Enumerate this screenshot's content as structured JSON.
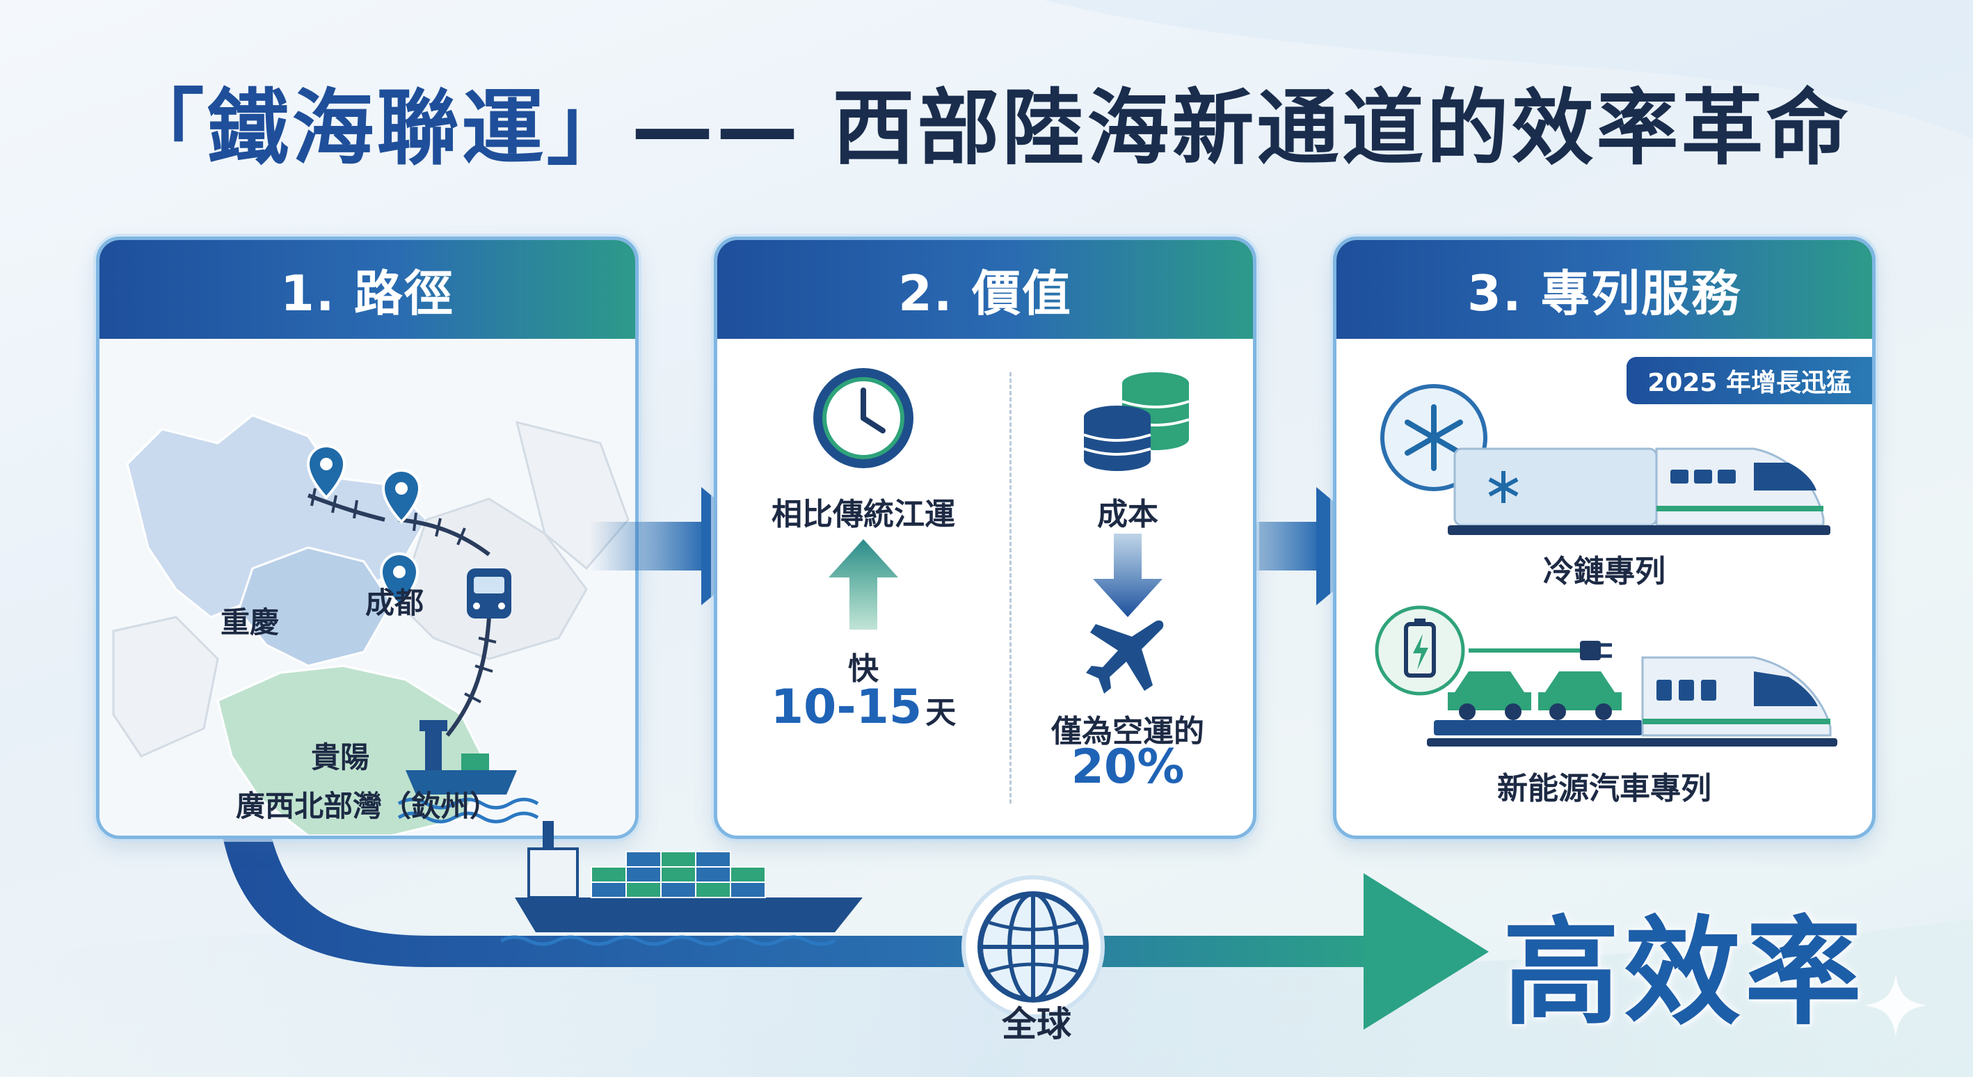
{
  "title": {
    "part1": "「鐵海聯運」",
    "dash": "—— ",
    "part2": "西部陸海新通道的效率革命"
  },
  "panels": [
    {
      "heading": "1. 路徑",
      "cities": [
        "重慶",
        "成都",
        "貴陽"
      ],
      "port": "廣西北部灣（欽州）"
    },
    {
      "heading": "2. 價值",
      "left": {
        "caption": "相比傳統江運",
        "fast": "快",
        "days_num": "10-15",
        "days_unit": "天"
      },
      "right": {
        "caption": "成本",
        "note": "僅為空運的",
        "percent": "20%"
      }
    },
    {
      "heading": "3. 專列服務",
      "badge": "2025 年增長迅猛",
      "service1": "冷鏈專列",
      "service2": "新能源汽車專列"
    }
  ],
  "bottom": {
    "global_label": "全球",
    "efficiency": "高效率"
  },
  "colors": {
    "navy": "#1e4f9c",
    "teal": "#2d9a8a",
    "green": "#3aa86a",
    "text": "#1d2a44"
  },
  "icons": [
    "map-pin-icon",
    "rail-track-icon",
    "train-icon",
    "port-ship-icon",
    "clock-icon",
    "up-arrow-icon",
    "coins-icon",
    "down-arrow-icon",
    "airplane-icon",
    "snowflake-icon",
    "battery-icon",
    "plug-icon",
    "car-icon",
    "cargo-ship-icon",
    "globe-icon",
    "sparkle-icon"
  ]
}
